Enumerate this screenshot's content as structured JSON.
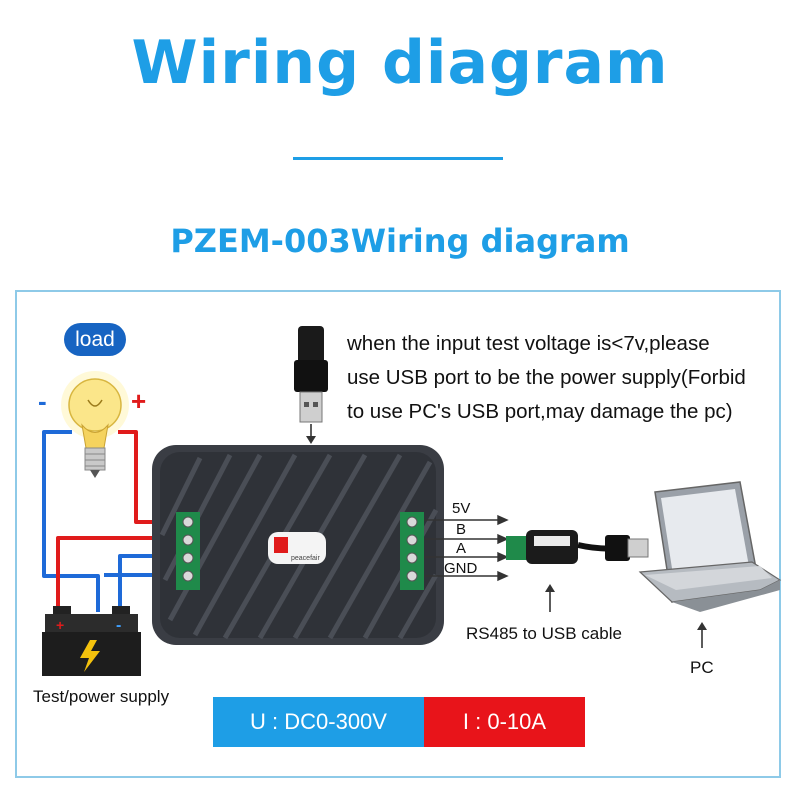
{
  "title": "Wiring diagram",
  "subtitle": "PZEM-003Wiring diagram",
  "load_label": "load",
  "load_minus": "-",
  "load_plus": "+",
  "note_lines": [
    "when the input test voltage is<7v,please",
    "use USB port to be the power supply(Forbid",
    "to use PC's USB port,may damage the  pc)"
  ],
  "device_brand": "peacefair",
  "ports": [
    "5V",
    "B",
    "A",
    "GND"
  ],
  "cable_label": "RS485 to USB cable",
  "pc_label": "PC",
  "supply_label": "Test/power supply",
  "spec_voltage": "U : DC0-300V",
  "spec_current": "I : 0-10A",
  "battery_minus": "-",
  "battery_plus": "+",
  "colors": {
    "accent_blue": "#1e9ee6",
    "wire_red": "#e01b1b",
    "wire_blue": "#1e6ad8",
    "spec_red": "#e8141a",
    "device_body": "#3a3d44"
  }
}
